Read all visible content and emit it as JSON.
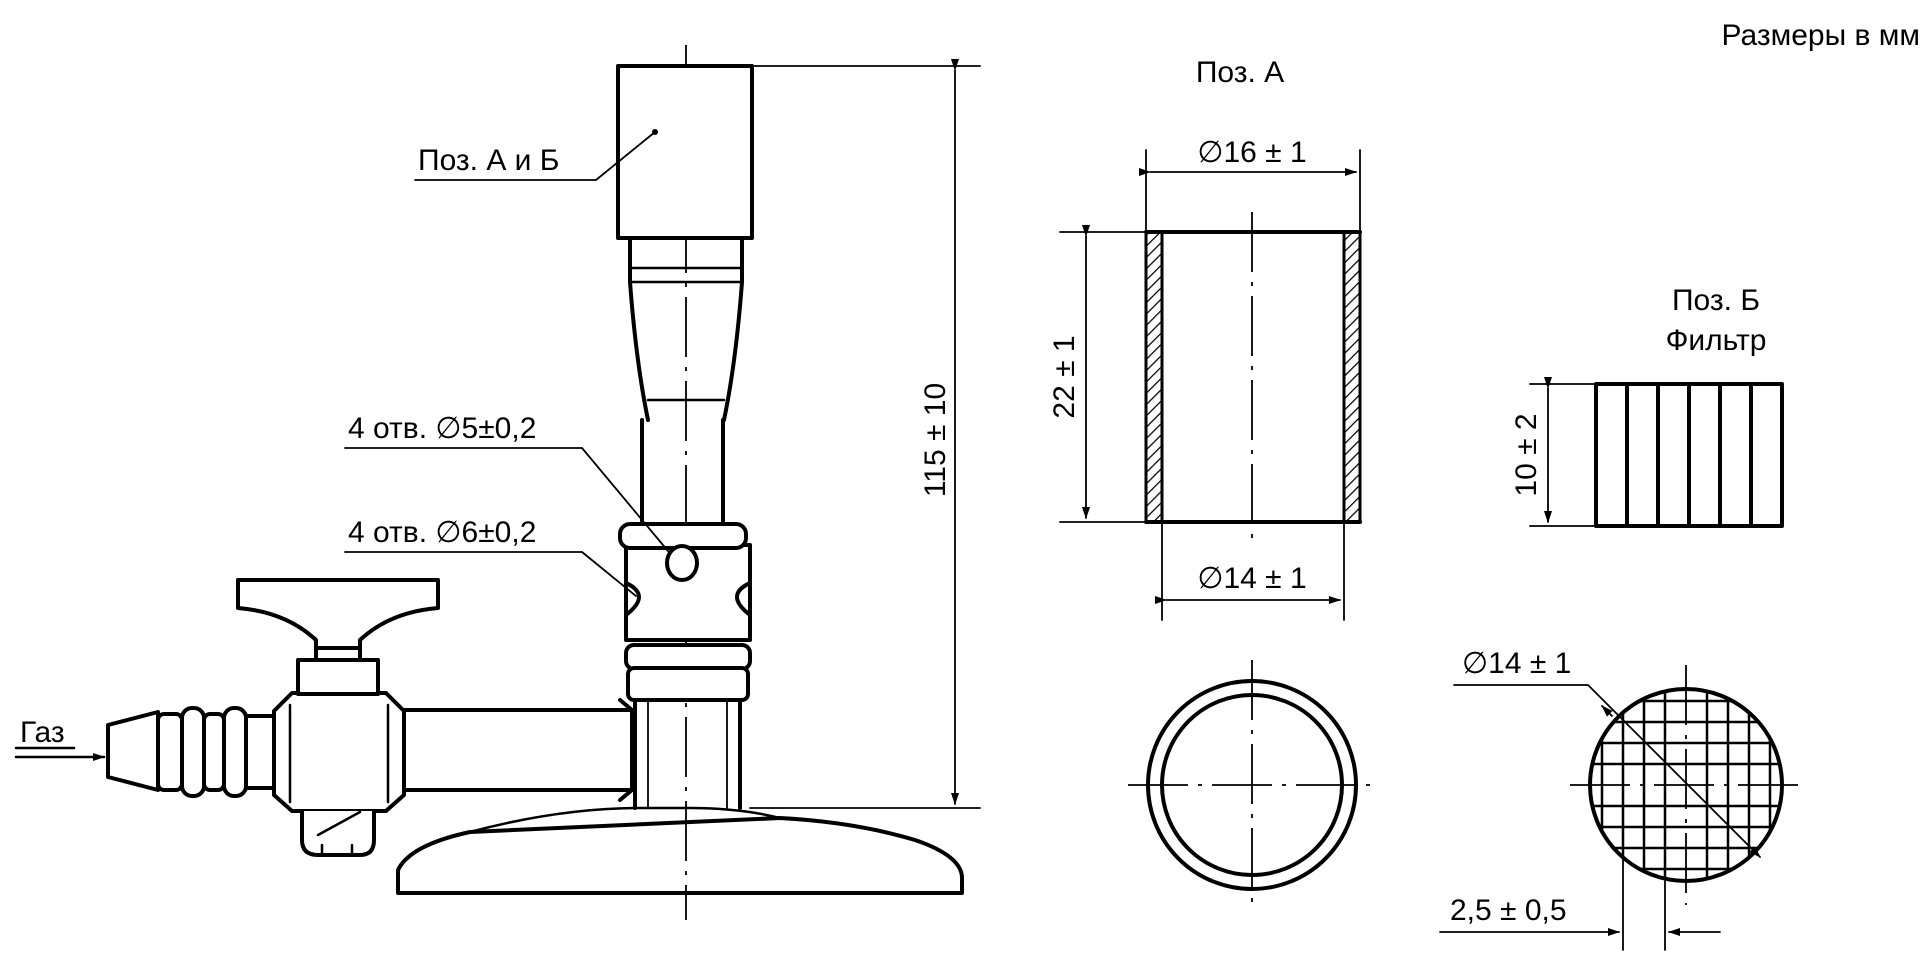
{
  "units_note": "Размеры в мм",
  "burner": {
    "label_pos_ab": "Поз. А и Б",
    "holes_5": "4 отв. ∅5±0,2",
    "holes_6": "4 отв. ∅6±0,2",
    "height_dim": "115 ± 10",
    "gas_label": "Газ"
  },
  "pos_a": {
    "title": "Поз. А",
    "outer_diameter": "∅16 ± 1",
    "inner_diameter": "∅14 ± 1",
    "length": "22 ± 1"
  },
  "pos_b": {
    "title_line1": "Поз. Б",
    "title_line2": "Фильтр",
    "height": "10 ± 2",
    "diameter": "∅14 ± 1",
    "mesh": "2,5 ± 0,5"
  }
}
